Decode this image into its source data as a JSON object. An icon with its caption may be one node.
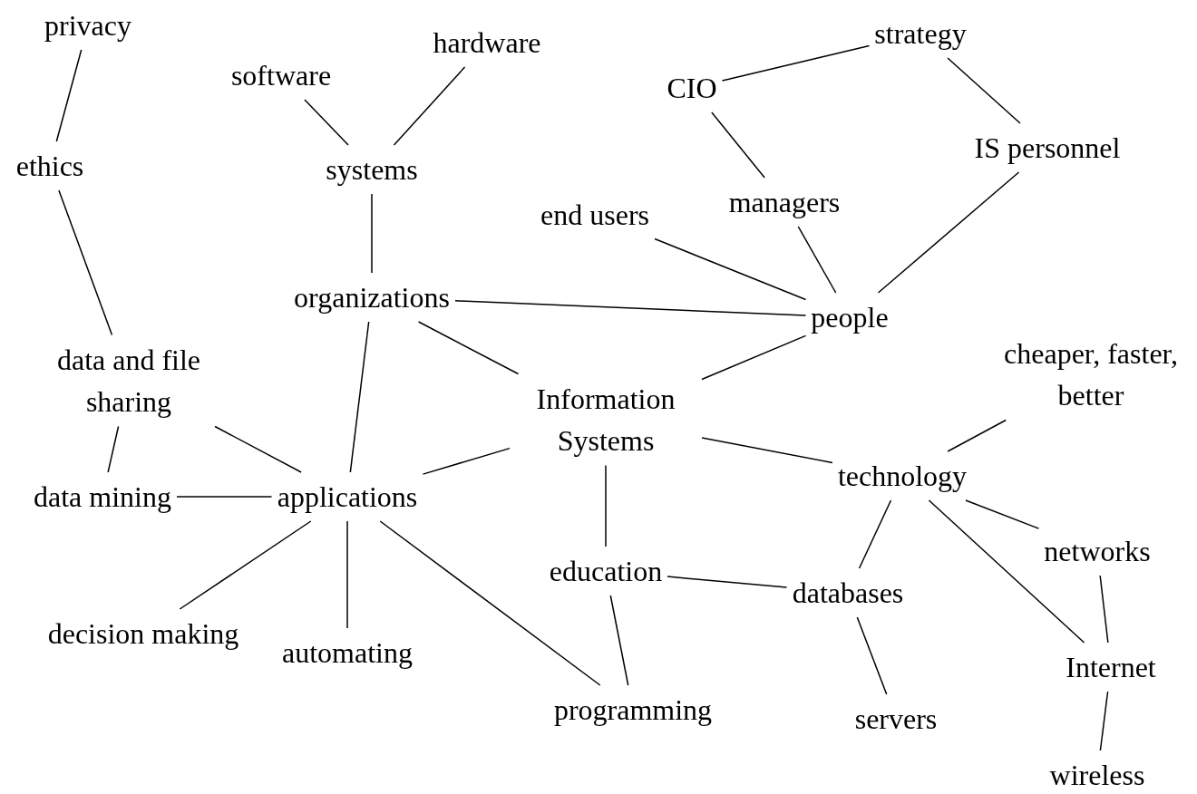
{
  "diagram": {
    "nodes": [
      {
        "text": [
          "privacy"
        ]
      },
      {
        "text": [
          "ethics"
        ]
      },
      {
        "text": [
          "software"
        ]
      },
      {
        "text": [
          "hardware"
        ]
      },
      {
        "text": [
          "systems"
        ]
      },
      {
        "text": [
          "strategy"
        ]
      },
      {
        "text": [
          "CIO"
        ]
      },
      {
        "text": [
          "IS personnel"
        ]
      },
      {
        "text": [
          "end users"
        ]
      },
      {
        "text": [
          "managers"
        ]
      },
      {
        "text": [
          "organizations"
        ]
      },
      {
        "text": [
          "people"
        ]
      },
      {
        "text": [
          "data and file sharing"
        ]
      },
      {
        "text": [
          "cheaper, faster, better"
        ]
      },
      {
        "text": [
          "Information Systems"
        ]
      },
      {
        "text": [
          "data mining"
        ]
      },
      {
        "text": [
          "applications"
        ]
      },
      {
        "text": [
          "technology"
        ]
      },
      {
        "text": [
          "networks"
        ]
      },
      {
        "text": [
          "education"
        ]
      },
      {
        "text": [
          "databases"
        ]
      },
      {
        "text": [
          "decision making"
        ]
      },
      {
        "text": [
          "automating"
        ]
      },
      {
        "text": [
          "Internet"
        ]
      },
      {
        "text": [
          "programming"
        ]
      },
      {
        "text": [
          "servers"
        ]
      },
      {
        "text": [
          "wireless"
        ]
      }
    ],
    "edges": [
      {
        "from": 0,
        "to": 1,
        "arrow": "none"
      },
      {
        "from": 1,
        "to": 12,
        "arrow": "none"
      },
      {
        "from": 2,
        "to": 4,
        "arrow": "none"
      },
      {
        "from": 3,
        "to": 4,
        "arrow": "none"
      },
      {
        "from": 4,
        "to": 10,
        "arrow": "none"
      },
      {
        "from": 10,
        "to": 16,
        "arrow": "none"
      },
      {
        "from": 5,
        "to": 6,
        "arrow": "none"
      },
      {
        "from": 5,
        "to": 7,
        "arrow": "none"
      },
      {
        "from": 6,
        "to": 9,
        "arrow": "none"
      },
      {
        "from": 9,
        "to": 11,
        "arrow": "none"
      },
      {
        "from": 7,
        "to": 11,
        "arrow": "none"
      },
      {
        "from": 8,
        "to": 11,
        "arrow": "none"
      },
      {
        "from": 10,
        "to": 11,
        "arrow": "none"
      },
      {
        "from": 10,
        "to": 14,
        "arrow": "none"
      },
      {
        "from": 11,
        "to": 14,
        "arrow": "none"
      },
      {
        "from": 12,
        "to": 16,
        "arrow": "none"
      },
      {
        "from": 12,
        "to": 15,
        "arrow": "none"
      },
      {
        "from": 15,
        "to": 16,
        "arrow": "none"
      },
      {
        "from": 16,
        "to": 14,
        "arrow": "none"
      },
      {
        "from": 14,
        "to": 17,
        "arrow": "none"
      },
      {
        "from": 14,
        "to": 19,
        "arrow": "none"
      },
      {
        "from": 17,
        "to": 13,
        "arrow": "none"
      },
      {
        "from": 17,
        "to": 18,
        "arrow": "none"
      },
      {
        "from": 17,
        "to": 23,
        "arrow": "none"
      },
      {
        "from": 17,
        "to": 20,
        "arrow": "none"
      },
      {
        "from": 18,
        "to": 23,
        "arrow": "none"
      },
      {
        "from": 23,
        "to": 26,
        "arrow": "none"
      },
      {
        "from": 19,
        "to": 20,
        "arrow": "none"
      },
      {
        "from": 19,
        "to": 24,
        "arrow": "none"
      },
      {
        "from": 16,
        "to": 21,
        "arrow": "none"
      },
      {
        "from": 16,
        "to": 22,
        "arrow": "none"
      },
      {
        "from": 16,
        "to": 24,
        "arrow": "none"
      },
      {
        "from": 20,
        "to": 25,
        "arrow": "none"
      }
    ]
  }
}
